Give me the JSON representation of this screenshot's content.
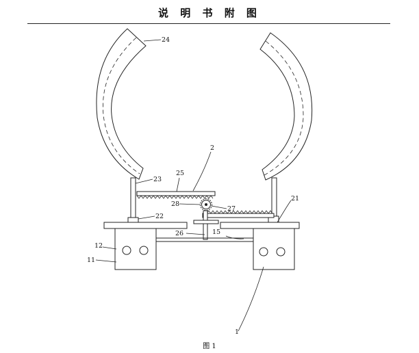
{
  "header": {
    "title": "说 明 书 附 图"
  },
  "caption": "图 1",
  "labels": {
    "l24": "24",
    "l2": "2",
    "l25": "25",
    "l23": "23",
    "l21": "21",
    "l28": "28",
    "l27": "27",
    "l22": "22",
    "l26": "26",
    "l15": "15",
    "l12": "12",
    "l11": "11",
    "l1": "1"
  }
}
